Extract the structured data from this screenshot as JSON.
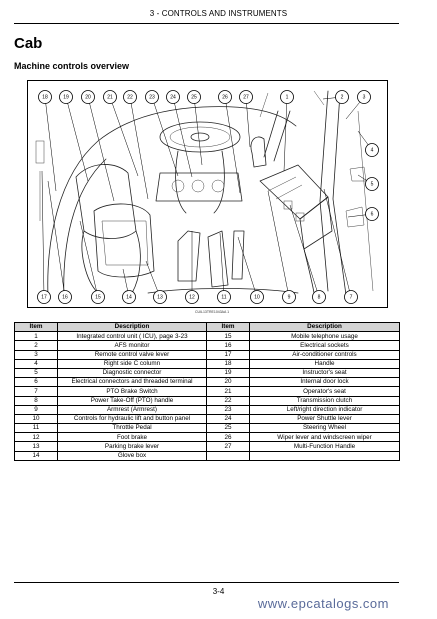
{
  "header": {
    "title": "3 - CONTROLS AND INSTRUMENTS"
  },
  "section_title": "Cab",
  "subsection_title": "Machine controls overview",
  "figure": {
    "code": "CUIL13TRE1043AA  1",
    "callouts_top": [
      "18",
      "19",
      "20",
      "21",
      "22",
      "23",
      "24",
      "25",
      "26",
      "27",
      "1",
      "2",
      "3"
    ],
    "callouts_right": [
      "4",
      "5",
      "6"
    ],
    "callouts_bottom": [
      "17",
      "16",
      "15",
      "14",
      "13",
      "12",
      "11",
      "10",
      "9",
      "8",
      "7"
    ]
  },
  "table": {
    "headers": [
      "Item",
      "Description",
      "Item",
      "Description"
    ],
    "rows": [
      [
        "1",
        "Integrated control unit ( ICU), page 3-23",
        "15",
        "Mobile telephone usage"
      ],
      [
        "2",
        "AFS monitor",
        "16",
        "Electrical sockets"
      ],
      [
        "3",
        "Remote control valve lever",
        "17",
        "Air-conditioner controls"
      ],
      [
        "4",
        "Right side C column",
        "18",
        "Handle"
      ],
      [
        "5",
        "Diagnostic connector",
        "19",
        "Instructor's seat"
      ],
      [
        "6",
        "Electrical connectors and threaded terminal",
        "20",
        "Internal door lock"
      ],
      [
        "7",
        "PTO Brake Switch",
        "21",
        "Operator's seat"
      ],
      [
        "8",
        "Power Take-Off (PTO) handle",
        "22",
        "Transmission clutch"
      ],
      [
        "9",
        "Armrest (Armrest)",
        "23",
        "Left/right direction indicator"
      ],
      [
        "10",
        "Controls for hydraulic lift and button panel",
        "24",
        "Power Shuttle lever"
      ],
      [
        "11",
        "Throttle Pedal",
        "25",
        "Steering Wheel"
      ],
      [
        "12",
        "Foot brake",
        "26",
        "Wiper lever and windscreen wiper"
      ],
      [
        "13",
        "Parking brake lever",
        "27",
        "Multi-Function Handle"
      ],
      [
        "14",
        "Glove box",
        "",
        ""
      ]
    ]
  },
  "footer": {
    "page_number": "3-4"
  },
  "watermark": "www.epcatalogs.com"
}
